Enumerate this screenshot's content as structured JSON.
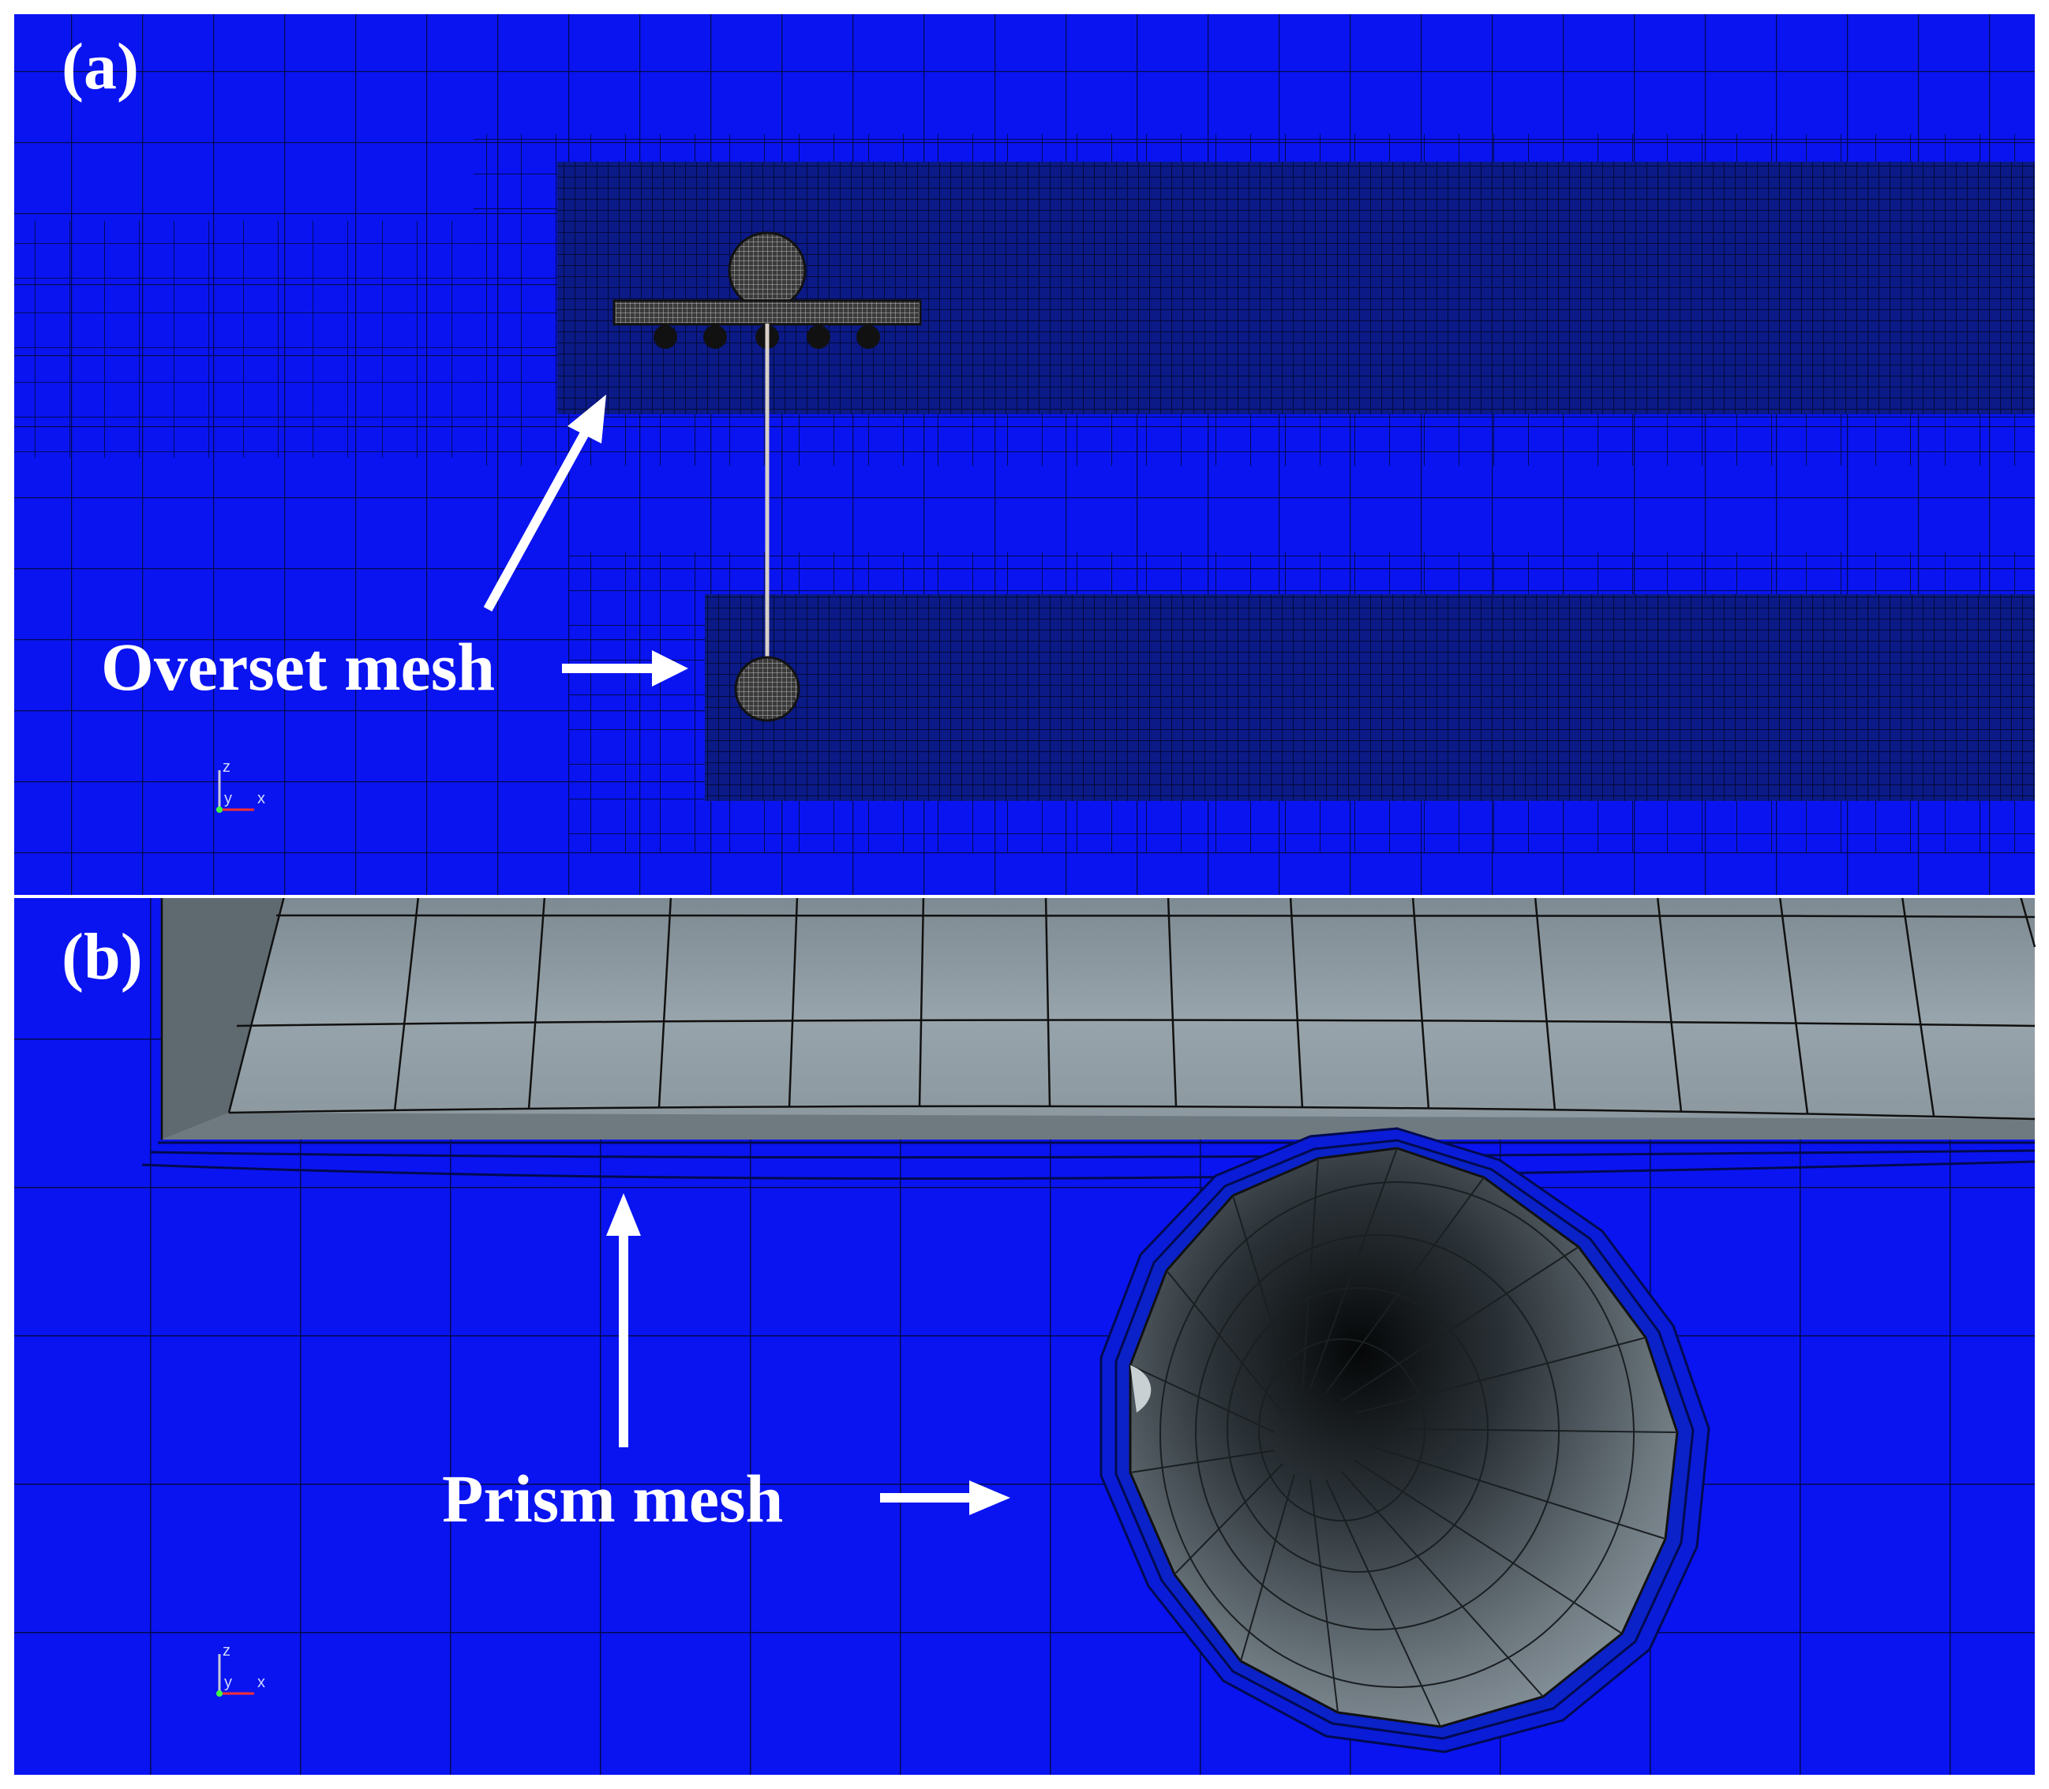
{
  "panels": {
    "a": {
      "label": "(a)",
      "annotation": "Overset mesh",
      "axis_triad": {
        "up": "z",
        "right": "x",
        "depth": "y"
      }
    },
    "b": {
      "label": "(b)",
      "annotation": "Prism mesh",
      "axis_triad": {
        "up": "z",
        "right": "x",
        "depth": "y"
      }
    }
  },
  "colors": {
    "background_mesh": "#0a14f0",
    "refined_mesh": "#0a1a80",
    "mesh_line": "#00093c",
    "surface_gray": "#8e9aa2",
    "annotation": "#ffffff"
  }
}
